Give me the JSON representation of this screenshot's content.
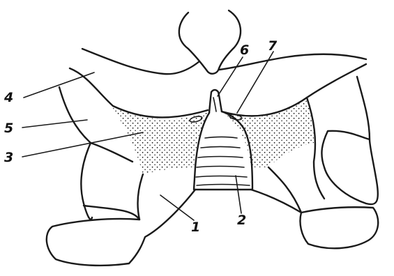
{
  "labels": {
    "l1": "1",
    "l2": "2",
    "l3": "3",
    "l4": "4",
    "l5": "5",
    "l6": "6",
    "l7": "7"
  },
  "colors": {
    "ink": "#1a1a1a",
    "background": "#ffffff"
  }
}
